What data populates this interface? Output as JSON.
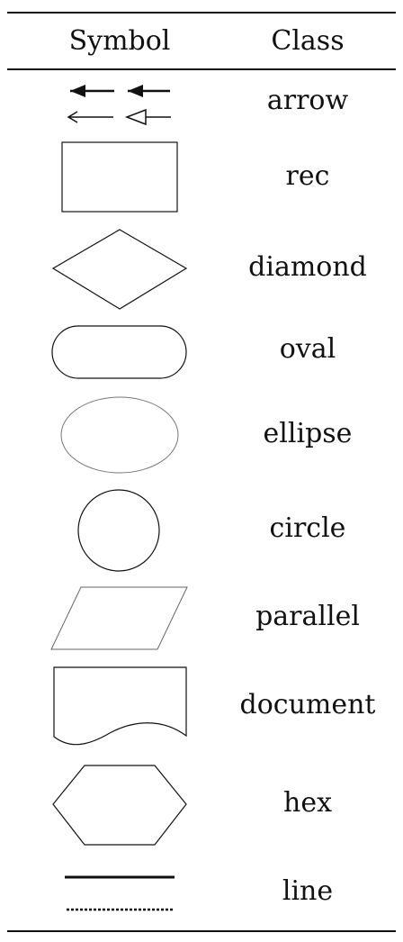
{
  "table": {
    "headers": {
      "symbol": "Symbol",
      "class": "Class"
    },
    "rows": [
      {
        "symbol_icon": "arrow-icon",
        "class": "arrow"
      },
      {
        "symbol_icon": "rectangle-icon",
        "class": "rec"
      },
      {
        "symbol_icon": "diamond-icon",
        "class": "diamond"
      },
      {
        "symbol_icon": "oval-icon",
        "class": "oval"
      },
      {
        "symbol_icon": "ellipse-icon",
        "class": "ellipse"
      },
      {
        "symbol_icon": "circle-icon",
        "class": "circle"
      },
      {
        "symbol_icon": "parallelogram-icon",
        "class": "parallel"
      },
      {
        "symbol_icon": "document-icon",
        "class": "document"
      },
      {
        "symbol_icon": "hexagon-icon",
        "class": "hex"
      },
      {
        "symbol_icon": "line-icon",
        "class": "line"
      }
    ]
  }
}
